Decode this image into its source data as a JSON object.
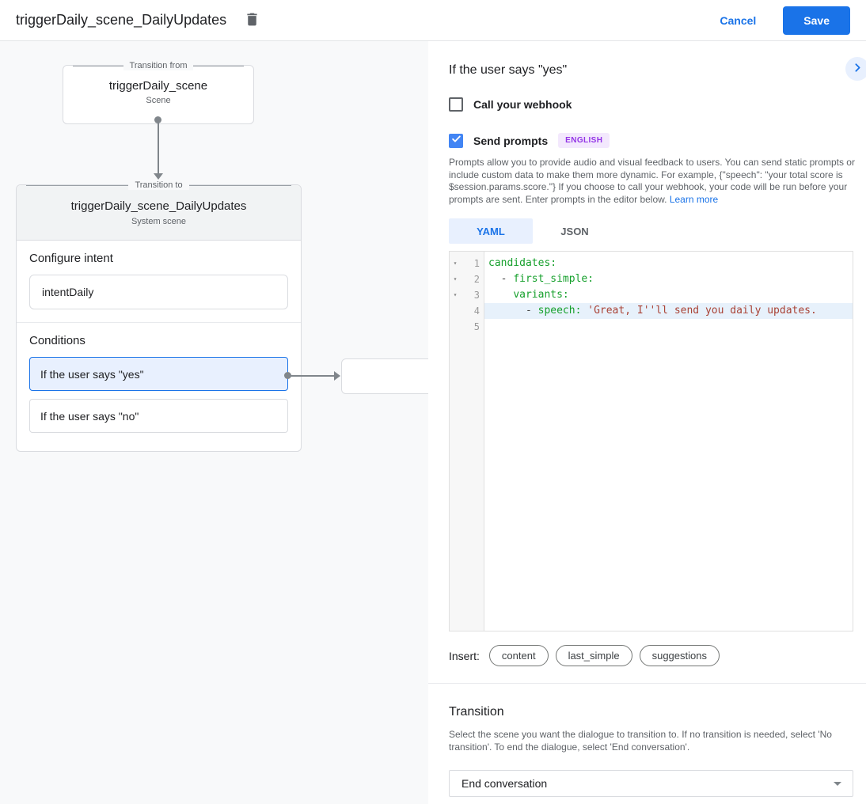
{
  "header": {
    "title": "triggerDaily_scene_DailyUpdates",
    "cancel_label": "Cancel",
    "save_label": "Save"
  },
  "diagram": {
    "from_box": {
      "legend": "Transition from",
      "title": "triggerDaily_scene",
      "subtitle": "Scene"
    },
    "to_box": {
      "legend": "Transition to",
      "title": "triggerDaily_scene_DailyUpdates",
      "subtitle": "System scene",
      "configure_intent_label": "Configure intent",
      "intent_value": "intentDaily",
      "conditions_label": "Conditions",
      "conditions": [
        {
          "label": "If the user says \"yes\"",
          "selected": true
        },
        {
          "label": "If the user says \"no\"",
          "selected": false
        }
      ]
    }
  },
  "panel": {
    "title": "If the user says \"yes\"",
    "webhook_checkbox": {
      "label": "Call your webhook",
      "checked": false
    },
    "prompts_checkbox": {
      "label": "Send prompts",
      "checked": true
    },
    "language_badge": "ENGLISH",
    "description": "Prompts allow you to provide audio and visual feedback to users. You can send static prompts or include custom data to make them more dynamic. For example, {\"speech\": \"your total score is $session.params.score.\"} If you choose to call your webhook, your code will be run before your prompts are sent. Enter prompts in the editor below.",
    "learn_more_label": "Learn more",
    "tabs": [
      {
        "label": "YAML",
        "active": true
      },
      {
        "label": "JSON",
        "active": false
      }
    ],
    "editor": {
      "line_numbers": [
        "1",
        "2",
        "3",
        "4",
        "5"
      ],
      "lines": [
        {
          "tokens": [
            {
              "cls": "key",
              "v": "candidates:"
            }
          ]
        },
        {
          "tokens": [
            {
              "cls": "meta",
              "v": "  - "
            },
            {
              "cls": "key",
              "v": "first_simple:"
            }
          ]
        },
        {
          "tokens": [
            {
              "cls": "plain",
              "v": "    "
            },
            {
              "cls": "key",
              "v": "variants:"
            }
          ]
        },
        {
          "tokens": [
            {
              "cls": "meta",
              "v": "      - "
            },
            {
              "cls": "key",
              "v": "speech:"
            },
            {
              "cls": "plain",
              "v": " "
            },
            {
              "cls": "str",
              "v": "'Great, I''ll send you daily updates."
            }
          ]
        },
        {
          "tokens": []
        }
      ],
      "highlighted_line": 4
    },
    "insert_label": "Insert:",
    "insert_chips": [
      "content",
      "last_simple",
      "suggestions"
    ],
    "transition": {
      "title": "Transition",
      "description": "Select the scene you want the dialogue to transition to. If no transition is needed, select 'No transition'. To end the dialogue, select 'End conversation'.",
      "selected_value": "End conversation"
    }
  },
  "colors": {
    "accent_blue": "#1a73e8",
    "checkbox_blue": "#4285f4",
    "selected_bg": "#e8f0fe",
    "badge_bg": "#f3e8fd",
    "badge_text": "#9334e6",
    "code_key_green": "#16a02c",
    "code_string_red": "#a94235",
    "highlight_line_bg": "#e7f1fb",
    "canvas_bg": "#f8f9fa"
  }
}
